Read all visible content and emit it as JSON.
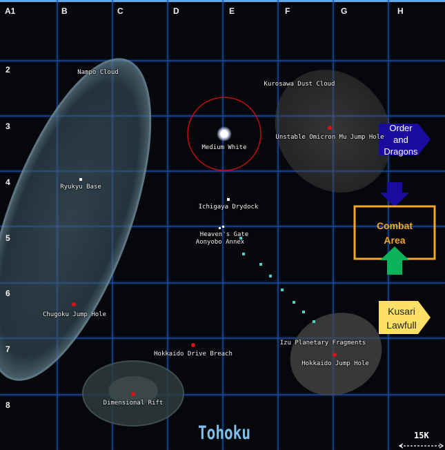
{
  "map": {
    "title": "Tohoku",
    "scale": "15K",
    "grid": {
      "columns": [
        "A1",
        "B",
        "C",
        "D",
        "E",
        "F",
        "G",
        "H"
      ],
      "rows": [
        "2",
        "3",
        "4",
        "5",
        "6",
        "7",
        "8"
      ]
    },
    "regions": {
      "nampo_cloud": "Nampo Cloud",
      "kurosawa_dust_cloud": "Kurosawa Dust Cloud"
    },
    "objects": {
      "medium_white": "Medium White",
      "unstable_omicron": "Unstable Omicron Mu Jump Hole",
      "ryukyu_base": "Ryukyu Base",
      "ichigaya_drydock": "Ichigaya Drydock",
      "heavens_gate": "Heaven's Gate",
      "aonyobo_annex": "Aonyobo Annex",
      "chugoku_jump_hole": "Chugoku Jump Hole",
      "izu_fragments": "Izu Planetary Fragments",
      "hokkaido_drive_breach": "Hokkaido Drive Breach",
      "hokkaido_jump_hole": "Hokkaido Jump Hole",
      "dimensional_rift": "Dimensional Rift"
    },
    "annotations": {
      "order": [
        "Order",
        "and",
        "Dragons"
      ],
      "combat": [
        "Combat",
        "Area"
      ],
      "kusari": [
        "Kusari",
        "Lawfull"
      ]
    },
    "colors": {
      "grid": "#1f4fb0",
      "title": "#7fbfe8",
      "order_arrow": "#1a0a9e",
      "combat": "#f5a623",
      "green_arrow": "#0ab35a",
      "kusari": "#ffe066",
      "trade_lane": "#4dd0c8",
      "jump_hole": "#e01010"
    }
  }
}
